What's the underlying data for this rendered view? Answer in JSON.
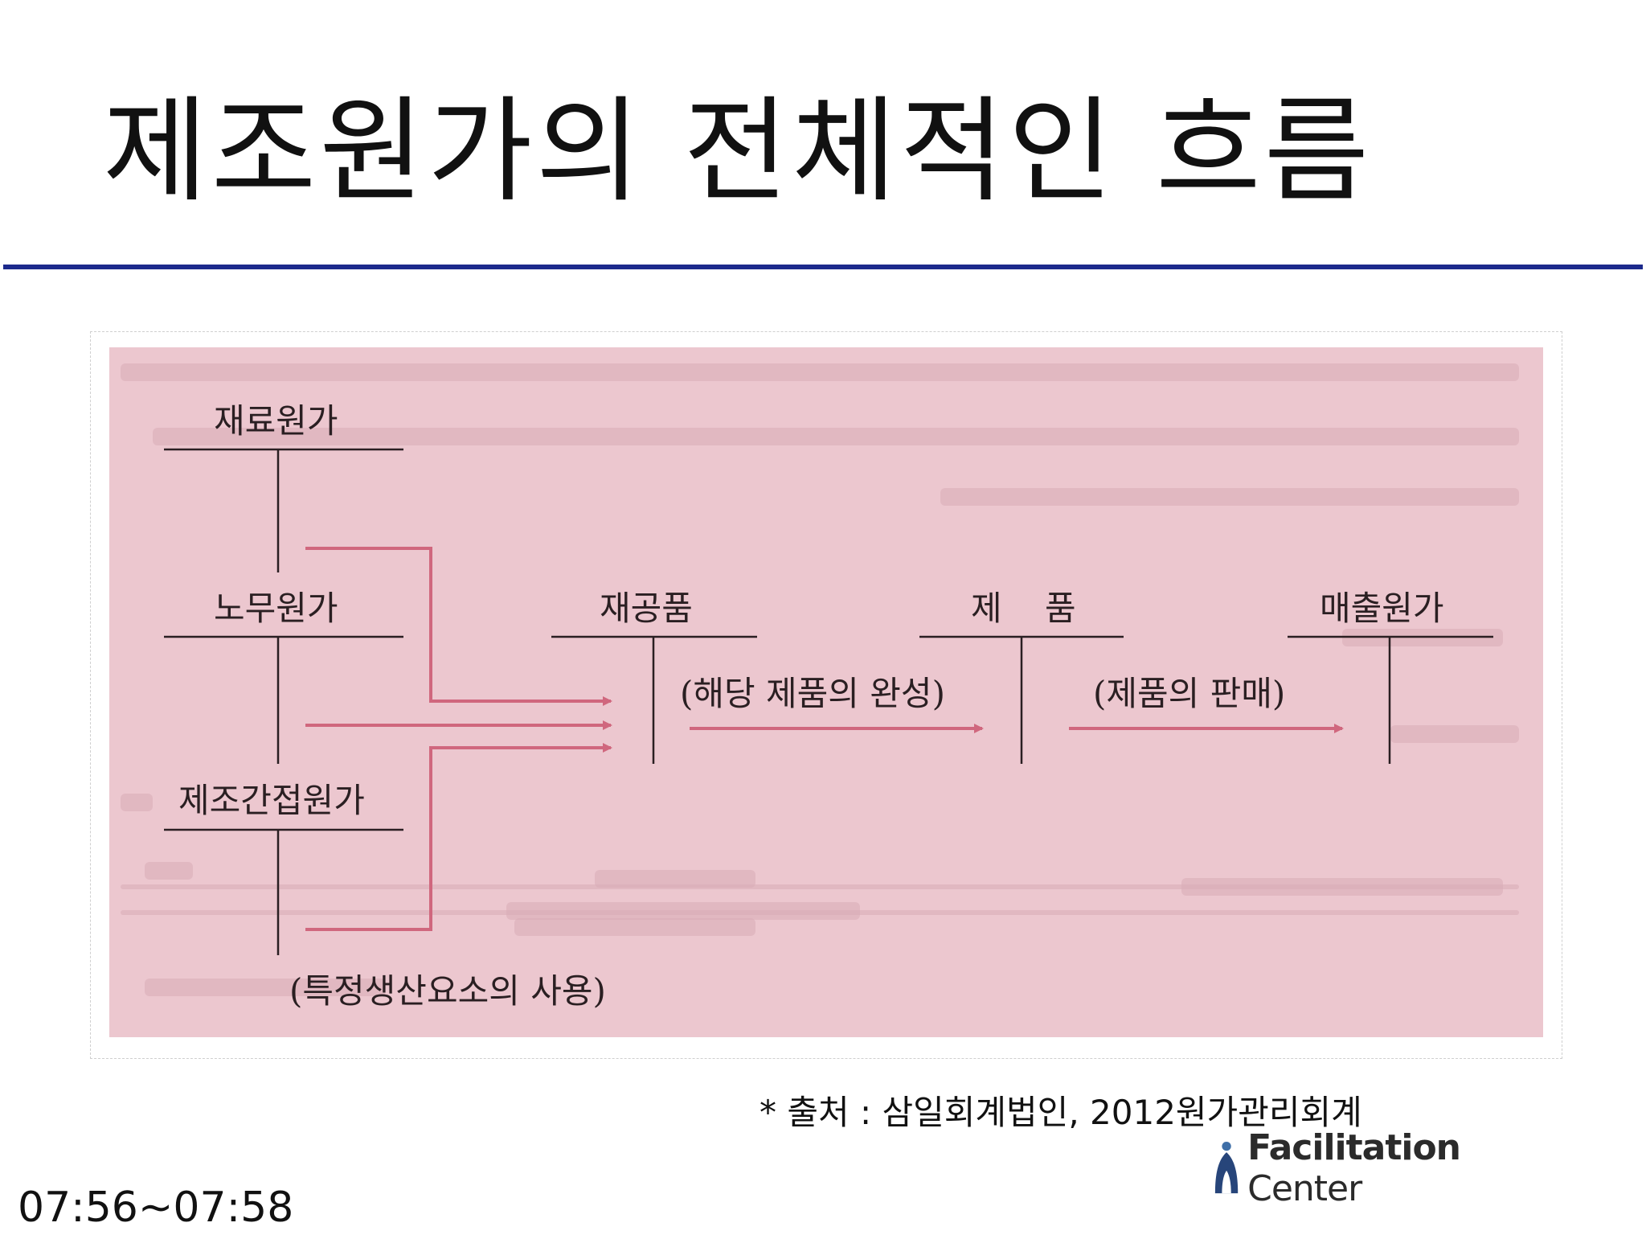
{
  "slide": {
    "title": "제조원가의 전체적인 흐름",
    "source": "* 출처 : 삼일회계법인, 2012원가관리회계",
    "logo": {
      "icon": "facilitation-logo-icon",
      "bold": "Facilitation",
      "light": "Center"
    },
    "time": "07:56~07:58"
  },
  "diagram": {
    "accounts": {
      "material": "재료원가",
      "labor": "노무원가",
      "overhead": "제조간접원가",
      "wip": "재공품",
      "finished": "제 품",
      "cogs": "매출원가"
    },
    "flows": {
      "usage": "(특정생산요소의 사용)",
      "completion": "(해당 제품의 완성)",
      "sale": "(제품의 판매)"
    },
    "colors": {
      "arrow": "#d0677e",
      "line": "#2a1f22",
      "background": "#ecc7cf",
      "rule": "#1c2a8c"
    }
  }
}
